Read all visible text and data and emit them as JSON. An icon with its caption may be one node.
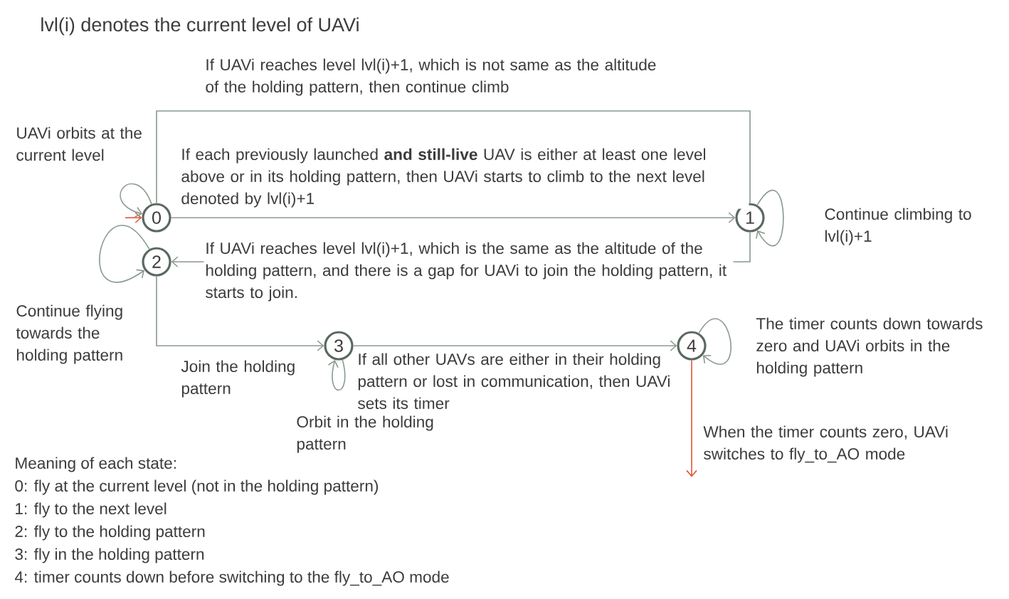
{
  "diagram": {
    "title": "lvl(i) denotes the current level of UAVi",
    "nodes": [
      {
        "text": [
          "0"
        ]
      },
      {
        "text": [
          "1"
        ]
      },
      {
        "text": [
          "2"
        ]
      },
      {
        "text": [
          "3"
        ]
      },
      {
        "text": [
          "4"
        ]
      }
    ],
    "edges": [
      {
        "from": null,
        "to": 0,
        "arrow": "to",
        "color": "#e0553a"
      },
      {
        "from": 0,
        "to": 0,
        "arrow": "to",
        "label": "UAVi orbits at the current level"
      },
      {
        "from": 0,
        "to": 1,
        "arrow": "to",
        "label": "If each previously launched **and still-live** UAV is either at least one level above or in its holding pattern, then UAVi starts to climb to the next level denoted by lvl(i)+1"
      },
      {
        "from": 1,
        "to": 0,
        "arrow": "none",
        "label": "If UAVi reaches level lvl(i)+1, which is not same as the altitude of the holding pattern, then continue climb"
      },
      {
        "from": 1,
        "to": 1,
        "arrow": "to",
        "label": "Continue climbing to lvl(i)+1"
      },
      {
        "from": 1,
        "to": 2,
        "arrow": "to",
        "label": "If UAVi reaches level lvl(i)+1, which is the same as the altitude of the holding pattern, and there is a gap for UAVi to join the holding pattern, it starts to join."
      },
      {
        "from": 2,
        "to": 2,
        "arrow": "to",
        "label": "Continue flying towards the holding pattern"
      },
      {
        "from": 2,
        "to": 3,
        "arrow": "to",
        "label": "Join the holding pattern"
      },
      {
        "from": 3,
        "to": 3,
        "arrow": "to",
        "label": "Orbit in the holding pattern"
      },
      {
        "from": 3,
        "to": 4,
        "arrow": "to",
        "label": "If all other UAVs are either in their holding pattern or lost in communication, then UAVi sets its timer"
      },
      {
        "from": 4,
        "to": 4,
        "arrow": "to",
        "label": "The timer counts down towards zero and UAVi orbits in the holding pattern"
      },
      {
        "from": 4,
        "to": null,
        "arrow": "to",
        "color": "#e0553a",
        "label": "When the timer counts zero, UAVi switches to fly_to_AO mode"
      }
    ],
    "labels": [
      "Meaning of each state:",
      "0: fly at the current level (not in the holding pattern)",
      "1: fly to the next level",
      "2: fly to the holding pattern",
      "3: fly in the holding pattern",
      "4: timer counts down before switching to the fly_to_AO mode"
    ]
  }
}
